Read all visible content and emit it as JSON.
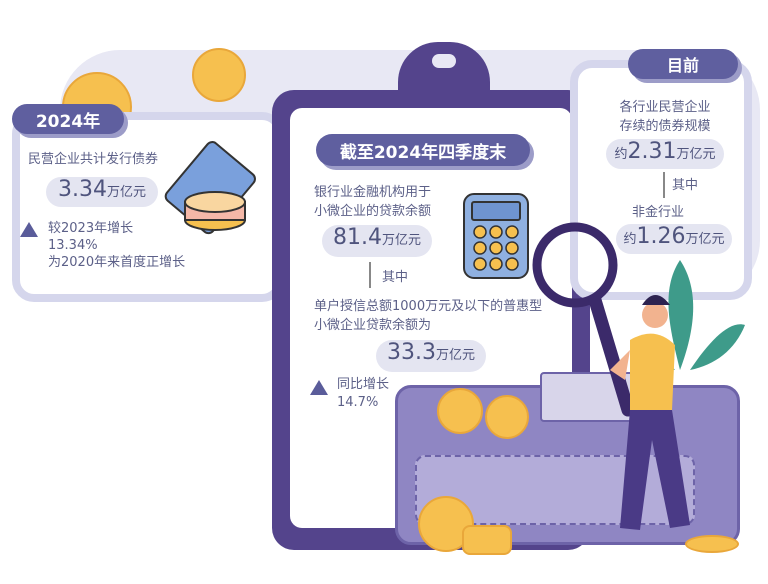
{
  "left_card": {
    "header": "2024年",
    "title": "民营企业共计发行债券",
    "value": "3.34",
    "unit": "万亿元",
    "growth_line1": "较2023年增长",
    "growth_line2": "13.34%",
    "growth_line3": "为2020年来首度正增长"
  },
  "center_card": {
    "header": "截至2024年四季度末",
    "title_line1": "银行业金融机构用于",
    "title_line2": "小微企业的贷款余额",
    "value1": "81.4",
    "unit1": "万亿元",
    "among": "其中",
    "sub_line1": "单户授信总额1000万元及以下的普惠型",
    "sub_line2": "小微企业贷款余额为",
    "value2": "33.3",
    "unit2": "万亿元",
    "growth_line1": "同比增长",
    "growth_line2": "14.7%"
  },
  "right_card": {
    "header": "目前",
    "title_line1": "各行业民营企业",
    "title_line2": "存续的债券规模",
    "prefix1": "约",
    "value1": "2.31",
    "unit1": "万亿元",
    "among": "其中",
    "sub": "非金行业",
    "prefix2": "约",
    "value2": "1.26",
    "unit2": "万亿元"
  },
  "colors": {
    "clipboard": "#54448c",
    "header": "#5f5f9f",
    "pill": "#e4e5f1",
    "wallet": "#8f86c3",
    "coin": "#f6c04f"
  }
}
